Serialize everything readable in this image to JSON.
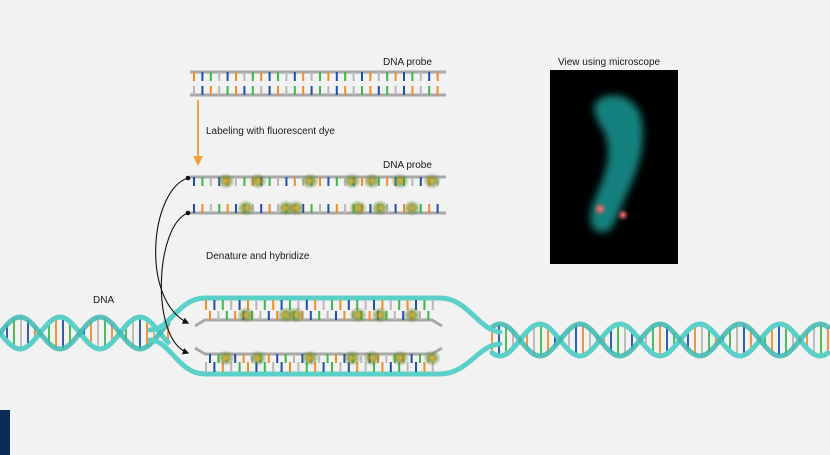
{
  "labels": {
    "probe_top": "DNA probe",
    "probe_labeled": "DNA probe",
    "labeling_step": "Labeling with fluorescent dye",
    "denature_step": "Denature and hybridize",
    "dna": "DNA",
    "microscope": "View using microscope"
  },
  "colors": {
    "background": "#f2f2f2",
    "strand_backbone": "#a8a8a8",
    "dna_helix": "#5ad0c8",
    "arrow": "#f2a23c",
    "base_orange": "#f28c28",
    "base_blue": "#1f4fa8",
    "base_green": "#3cb84a",
    "base_gray": "#b8b8b8",
    "dye_glow": "#7a8a2a",
    "microscope_bg": "#000000",
    "chromosome": "#1a8f8c",
    "signal": "#ff5a5a",
    "corner_mark": "#0b2a55"
  },
  "icons": {
    "arrow": "down-arrow-icon"
  }
}
